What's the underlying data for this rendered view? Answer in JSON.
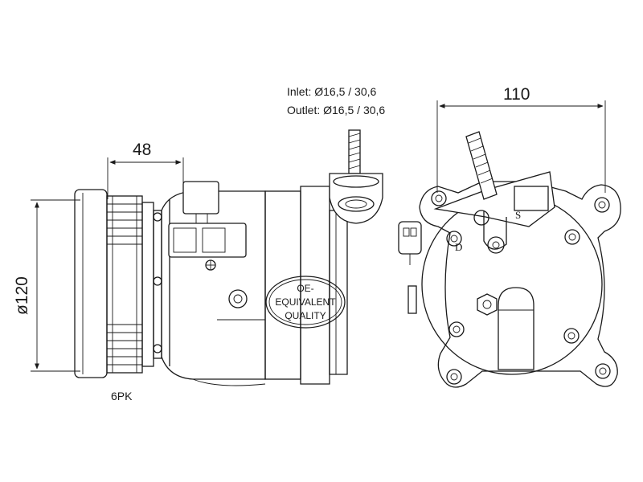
{
  "spec": {
    "inlet": "Inlet: Ø16,5 / 30,6",
    "outlet": "Outlet: Ø16,5 / 30,6"
  },
  "dimensions": {
    "width_left": "48",
    "width_right": "110",
    "diameter": "ø120"
  },
  "pulley_label": "6PK",
  "badge": {
    "line1": "OE-",
    "line2": "EQUIVALENT",
    "line3": "QUALITY"
  },
  "port_letters": {
    "suction": "S",
    "discharge": "D"
  }
}
